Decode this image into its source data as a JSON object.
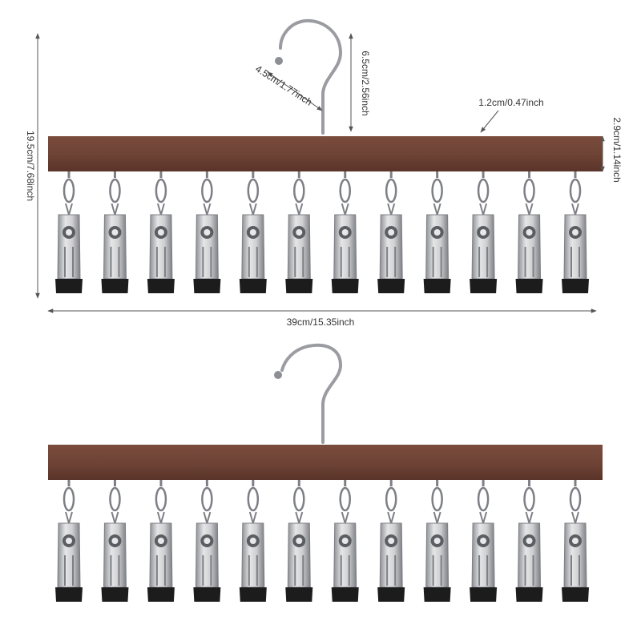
{
  "dimensions": {
    "height_total": "19.5cm/7.68inch",
    "width_total": "39cm/15.35inch",
    "hook_height": "6.5cm/2.56inch",
    "hook_width": "4.5cm/1.77inch",
    "bar_thickness": "1.2cm/0.47inch",
    "bar_height": "2.9cm/1.14inch"
  },
  "product": {
    "clip_count": 12,
    "colors": {
      "wood": "#6e4436",
      "wood_dark": "#5a3429",
      "metal": "#c9c9cc",
      "metal_dark": "#7d7f84",
      "clip_tip": "#1c1c1c",
      "dim_line": "#555555"
    }
  }
}
